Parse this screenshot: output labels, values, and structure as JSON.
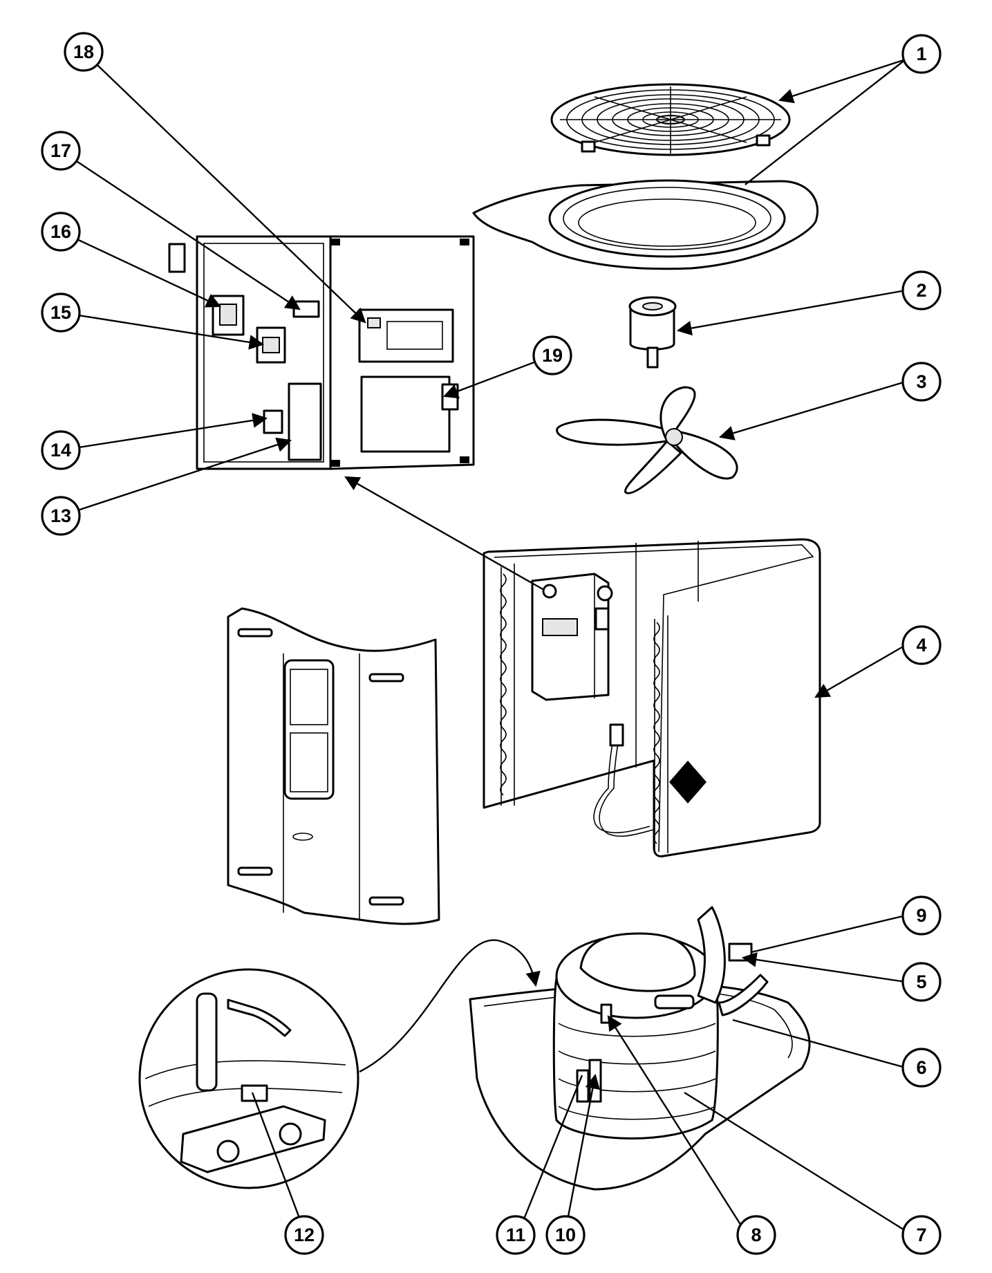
{
  "callouts": [
    {
      "label": "1"
    },
    {
      "label": "2"
    },
    {
      "label": "3"
    },
    {
      "label": "4"
    },
    {
      "label": "5"
    },
    {
      "label": "6"
    },
    {
      "label": "7"
    },
    {
      "label": "8"
    },
    {
      "label": "9"
    },
    {
      "label": "10"
    },
    {
      "label": "11"
    },
    {
      "label": "12"
    },
    {
      "label": "13"
    },
    {
      "label": "14"
    },
    {
      "label": "15"
    },
    {
      "label": "16"
    },
    {
      "label": "17"
    },
    {
      "label": "18"
    },
    {
      "label": "19"
    }
  ],
  "colors": {
    "line": "#000000",
    "background": "#ffffff"
  }
}
